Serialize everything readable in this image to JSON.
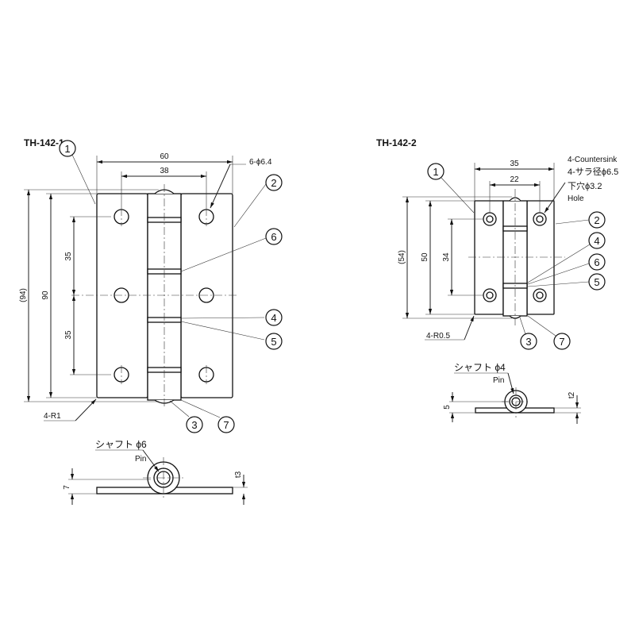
{
  "left": {
    "title": "TH-142-1",
    "dims": {
      "width": "60",
      "hole_pitch_x": "38",
      "overall_height": "(94)",
      "plate_height": "90",
      "pitch_upper": "35",
      "pitch_lower": "35",
      "thickness": "7",
      "sheet": "t3"
    },
    "notes": {
      "holes": "6-ϕ6.4",
      "radius": "4-R1",
      "shaft": "シャフト ϕ6",
      "pin": "Pin"
    },
    "balloons": [
      "1",
      "2",
      "6",
      "4",
      "5",
      "3",
      "7"
    ]
  },
  "right": {
    "title": "TH-142-2",
    "dims": {
      "width": "35",
      "hole_pitch_x": "22",
      "overall_height": "(54)",
      "plate_height": "50",
      "pitch": "34",
      "thickness": "5",
      "sheet": "t2"
    },
    "notes": {
      "countersink_en": "4-Countersink",
      "countersink_jp": "4-サラ径ϕ6.5",
      "hole_jp": "下穴ϕ3.2",
      "hole_en": "Hole",
      "radius": "4-R0.5",
      "shaft": "シャフト ϕ4",
      "pin": "Pin"
    },
    "balloons": [
      "1",
      "2",
      "4",
      "6",
      "5",
      "3",
      "7"
    ]
  }
}
